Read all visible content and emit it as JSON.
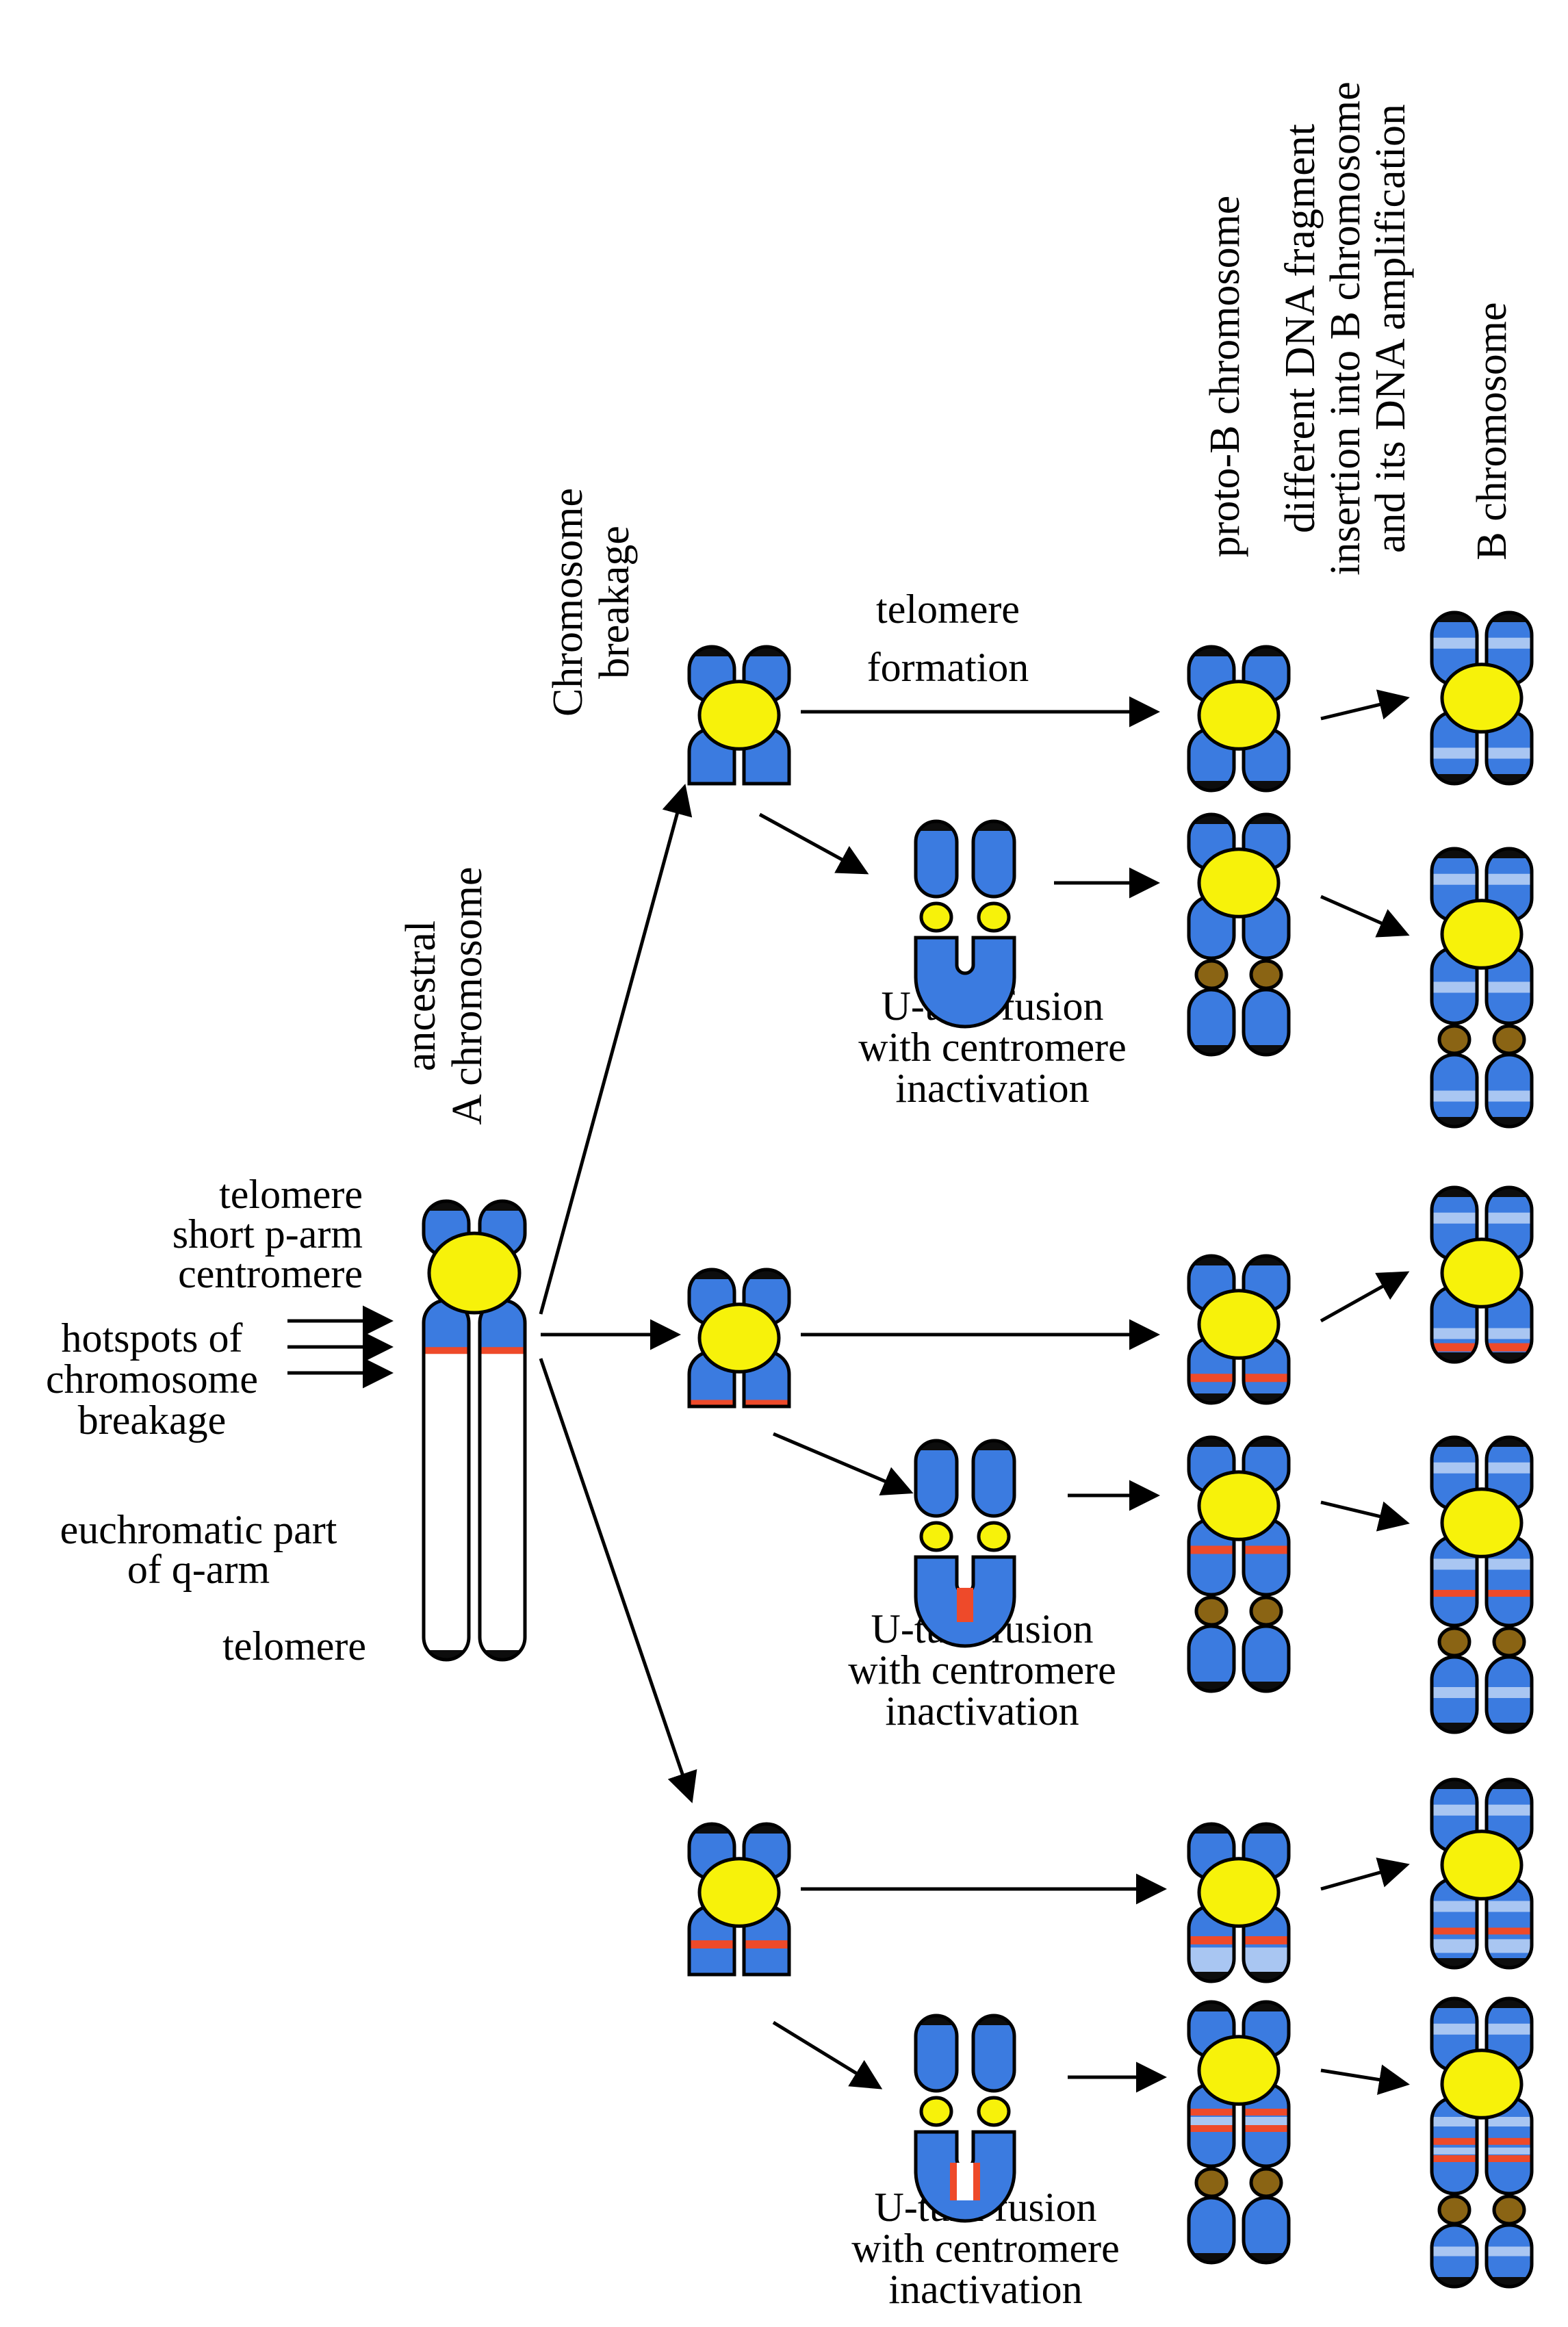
{
  "column_headers": {
    "ancestral_line1": "ancestral",
    "ancestral_line2": "A chromosome",
    "breakage_line1": "Chromosome",
    "breakage_line2": "breakage",
    "proto_b": "proto-B chromosome",
    "insertion_line1": "different DNA fragment",
    "insertion_line2": "insertion into B chromosome",
    "insertion_line3": "and its DNA amplification",
    "b_chromosome": "B chromosome"
  },
  "ancestral_labels": {
    "telomere_top": "telomere",
    "short_p_arm": "short p-arm",
    "centromere": "centromere",
    "hotspots_line1": "hotspots of",
    "hotspots_line2": "chromosome",
    "hotspots_line3": "breakage",
    "euchromatic_line1": "euchromatic part",
    "euchromatic_line2": "of q-arm",
    "telomere_bottom": "telomere"
  },
  "pathway_labels": {
    "telomere_formation_line1": "telomere",
    "telomere_formation_line2": "formation",
    "uturn_line1": "U-turn fusion",
    "uturn_line2": "with centromere",
    "uturn_line3": "inactivation"
  },
  "colors": {
    "arm_blue": "#3b7be0",
    "light_band": "#a9c6f2",
    "centromere_yellow": "#f7f20a",
    "inactive_centromere": "#8a6414",
    "hotspot_red": "#ee4a2a",
    "telomere_black": "#0d0d0d",
    "outline": "#000000"
  }
}
